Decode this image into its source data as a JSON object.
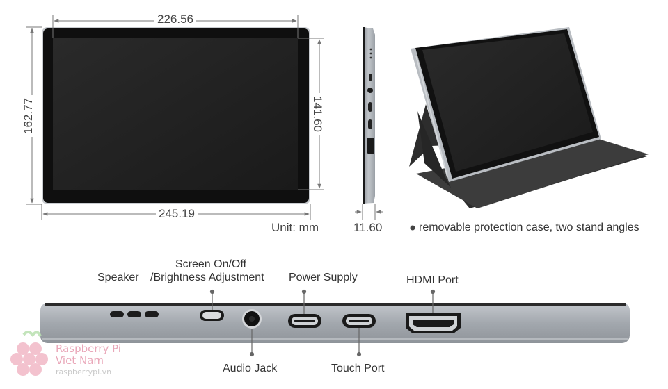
{
  "dimensions": {
    "screen_width": "226.56",
    "total_height": "162.77",
    "screen_height": "141.60",
    "total_width": "245.19",
    "thickness": "11.60",
    "unit": "Unit: mm"
  },
  "feature_note": "removable protection case, two stand angles",
  "ports": {
    "speaker": "Speaker",
    "screen_button_line1": "Screen On/Off",
    "screen_button_line2": "/Brightness Adjustment",
    "power_supply": "Power Supply",
    "hdmi": "HDMI Port",
    "audio_jack": "Audio Jack",
    "touch_port": "Touch Port"
  },
  "watermark": {
    "line1": "Raspberry Pi",
    "line2": "Viet Nam",
    "line3": "raspberrypi.vn"
  },
  "colors": {
    "bezel": "#111111",
    "screen": "#242424",
    "aluminum": "#a9adb3",
    "case": "#3a3a3a",
    "watermark": "#e9a6b8"
  }
}
